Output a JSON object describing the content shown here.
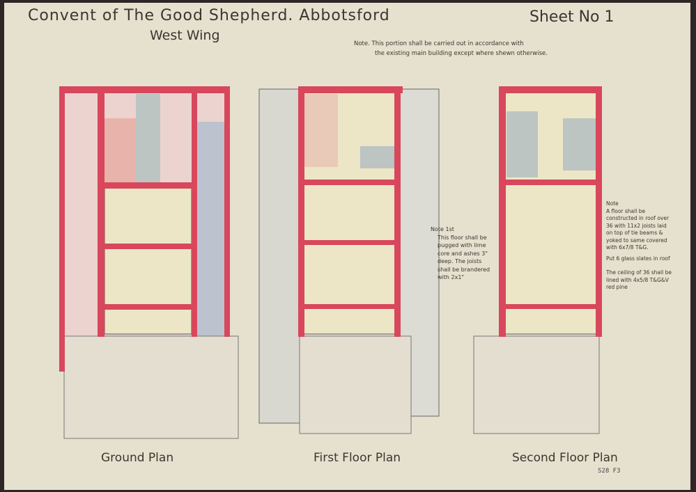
{
  "header": {
    "title": "Convent of The Good Shepherd. Abbotsford",
    "subtitle": "West Wing",
    "sheet": "Sheet No 1"
  },
  "notes": {
    "top": [
      "Note. This portion shall be carried out in accordance with",
      "the existing main building except where shewn otherwise."
    ],
    "first_floor": [
      "Note 1st",
      "This floor shall be",
      "pugged with lime",
      "core and ashes 3\"",
      "deep. The joists",
      "shall be brandered",
      "with 2x1\""
    ],
    "second_floor": [
      "Note",
      "A floor shall be",
      "constructed in roof over",
      "36 with 11x2 joists laid",
      "on top of tie beams &",
      "yoked to same covered",
      "with 6x7/8 T&G.",
      "Put 6 glass slates in roof",
      "",
      "The ceiling of 36 shall be",
      "lined with 4x5/8 T&G&V",
      "red pine"
    ]
  },
  "plans": [
    {
      "label": "Ground Plan"
    },
    {
      "label": "First Floor Plan"
    },
    {
      "label": "Second Floor Plan"
    }
  ],
  "stamp": "S28 F3",
  "colors": {
    "paper": "#e6e0cf",
    "walls": "#d8475c",
    "border": "#2e2526",
    "room_pink": "#ecc9c6",
    "room_grey": "#bfc6c1",
    "room_yellow": "#ece5c0"
  }
}
